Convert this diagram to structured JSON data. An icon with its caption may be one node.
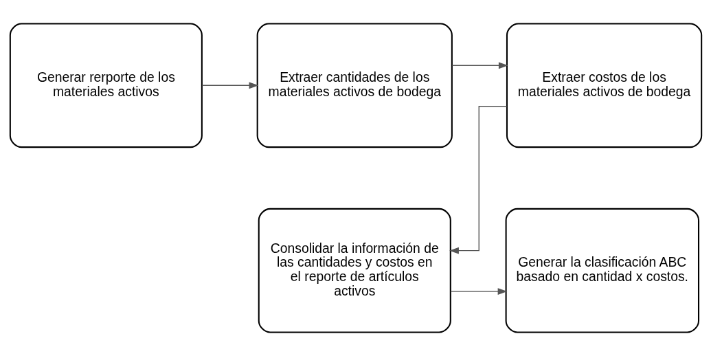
{
  "diagram": {
    "nodes": [
      {
        "text": [
          "Generar rerporte de los materiales activos"
        ]
      },
      {
        "text": [
          "Extraer cantidades de los materiales activos de bodega"
        ]
      },
      {
        "text": [
          "Extraer costos de los materiales activos de bodega"
        ]
      },
      {
        "text": [
          "Consolidar la información de las cantidades y costos en el reporte de artículos activos"
        ]
      },
      {
        "text": [
          "Generar la clasificación ABC basado en cantidad x costos."
        ]
      }
    ],
    "edges": [
      {
        "from": 0,
        "to": 1,
        "arrow": "to"
      },
      {
        "from": 1,
        "to": 2,
        "arrow": "to"
      },
      {
        "from": 2,
        "to": 3,
        "arrow": "to"
      },
      {
        "from": 3,
        "to": 4,
        "arrow": "to"
      }
    ]
  }
}
